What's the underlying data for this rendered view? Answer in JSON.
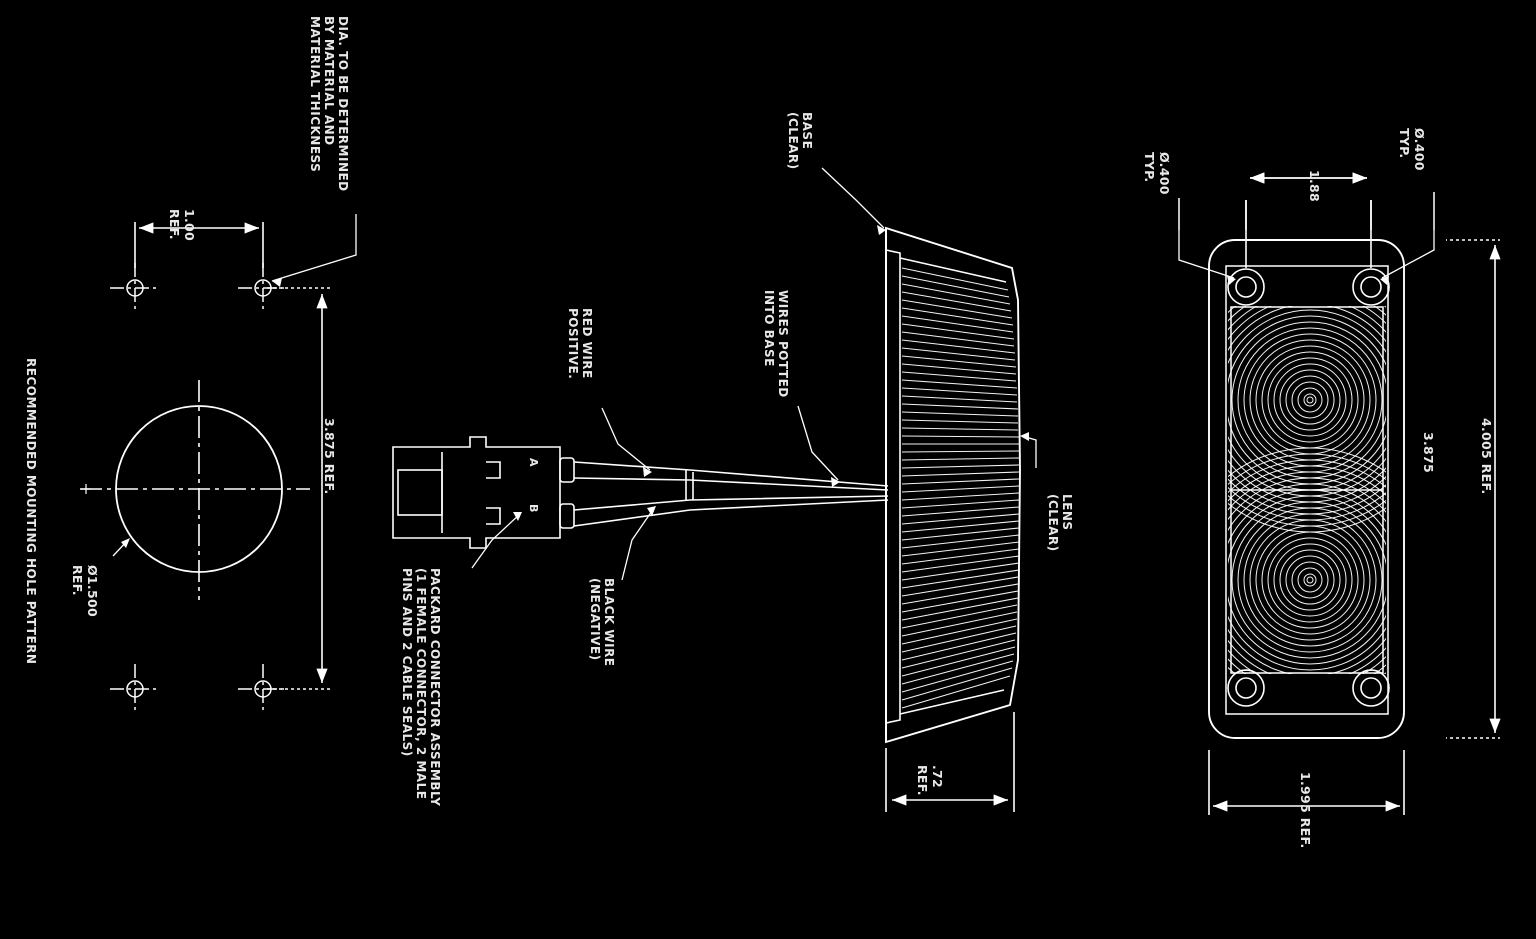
{
  "drawing": {
    "title": "RECOMMENDED MOUNTING HOLE PATTERN",
    "background_color": "#000000",
    "line_color": "#ffffff",
    "text_color": "#e8e8e8",
    "orientation": "text rotated 90 degrees clockwise"
  },
  "views": {
    "hole_pattern": {
      "name": "RECOMMENDED MOUNTING HOLE PATTERN",
      "notes": {
        "dia_note": "DIA. TO BE DETERMINED\nBY MATERIAL AND\nMATERIAL THICKNESS"
      },
      "dimensions": {
        "horizontal_pitch": "1.00\nREF.",
        "vertical_pitch": "3.875 REF.",
        "center_hole_dia": "Ø1.500\nREF."
      }
    },
    "side_view": {
      "callouts": {
        "base": "BASE\n(CLEAR)",
        "lens": "LENS\n(CLEAR)",
        "wires_potted": "WIRES POTTED\nINTO BASE",
        "red_wire": "RED WIRE\nPOSITIVE.",
        "black_wire": "BLACK WIRE\n(NEGATIVE)",
        "connector": "PACKARD CONNECTOR ASSEMBLY\n(1 FEMALE CONNECTOR, 2 MALE\nPINS AND 2 CABLE SEALS)"
      },
      "connector_pins": {
        "pin_a": "A",
        "pin_b": "B"
      },
      "dimensions": {
        "depth": ".72\nREF."
      }
    },
    "front_view": {
      "dimensions": {
        "hole_dia_left": "Ø.400\nTYP.",
        "hole_dia_right": "Ø.400\nTYP.",
        "hole_pitch_width": "1.88",
        "hole_pitch_height": "3.875",
        "overall_height": "4.005 REF.",
        "overall_width": "1.995 REF."
      }
    }
  },
  "all_text_items": [
    "DIA. TO BE DETERMINED",
    "BY MATERIAL AND",
    "MATERIAL THICKNESS",
    "RECOMMENDED MOUNTING HOLE PATTERN",
    "1.00",
    "REF.",
    "3.875 REF.",
    "Ø1.500",
    "REF.",
    "RED WIRE",
    "POSITIVE.",
    "BLACK WIRE",
    "(NEGATIVE)",
    "PACKARD CONNECTOR ASSEMBLY",
    "(1 FEMALE CONNECTOR, 2 MALE",
    "PINS AND 2 CABLE SEALS)",
    "WIRES POTTED",
    "INTO BASE",
    "BASE",
    "(CLEAR)",
    "LENS",
    "(CLEAR)",
    ".72",
    "REF.",
    "Ø.400",
    "TYP.",
    "1.88",
    "3.875",
    "4.005 REF.",
    "1.995 REF.",
    "A",
    "B"
  ]
}
